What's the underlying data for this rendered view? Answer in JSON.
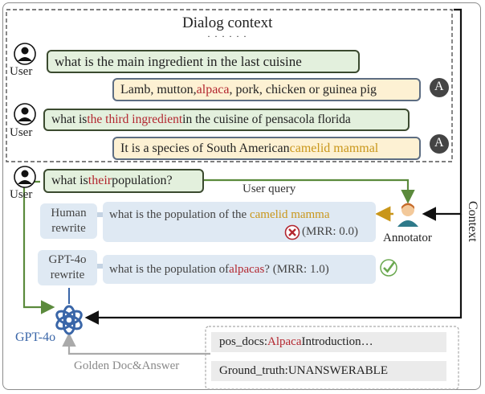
{
  "dialog": {
    "title": "Dialog context",
    "ellipsis": "· · · · · ·",
    "user_label": "User",
    "assistant_badge": "A",
    "turns": [
      {
        "role": "user",
        "pre": "what is the main ingredient in the last cuisine",
        "highlight": "",
        "post": ""
      },
      {
        "role": "assistant",
        "pre": "Lamb, mutton, ",
        "highlight": "alpaca",
        "post": ", pork, chicken or guinea pig"
      },
      {
        "role": "user",
        "pre": "what is ",
        "highlight": "the third ingredient",
        "post": " in the cuisine of pensacola florida"
      },
      {
        "role": "assistant",
        "pre": "It is a species of South American ",
        "highlight": "camelid mammal",
        "post": ""
      }
    ]
  },
  "query": {
    "user_label": "User",
    "pre": "what is ",
    "highlight": "their",
    "post": " population?",
    "arrow_label": "User query"
  },
  "annotator": {
    "label": "Annotator"
  },
  "context_label": "Context",
  "human_rewrite": {
    "label_line1": "Human",
    "label_line2": "rewrite",
    "pre": "what is the population of the ",
    "highlight": "camelid mamma",
    "score": "(MRR: 0.0)",
    "status_icon": "cross-circle-icon"
  },
  "gpt_rewrite": {
    "label_line1": "GPT-4o",
    "label_line2": "rewrite",
    "pre": "what is the population of ",
    "highlight": "alpacas",
    "post": "? (MRR: 1.0)",
    "status_icon": "check-circle-icon"
  },
  "gpt_model": {
    "label": "GPT-4o",
    "icon": "openai-logo-icon"
  },
  "golden": {
    "label": "Golden Doc&Answer",
    "pos_docs_key": "pos_docs:",
    "pos_docs_highlight": "Alpaca",
    "pos_docs_rest": " Introduction…",
    "ground_truth": "Ground_truth:UNANSWERABLE"
  },
  "colors": {
    "user_bubble": "#e3f0dd",
    "assistant_bubble": "#fdf1d3",
    "rewrite_box": "#dfe9f3",
    "highlight_red": "#b3262f",
    "highlight_gold": "#c9961a",
    "arrow_green": "#5b8a3c",
    "arrow_gold": "#c9961a",
    "model_blue": "#3a66a8"
  }
}
